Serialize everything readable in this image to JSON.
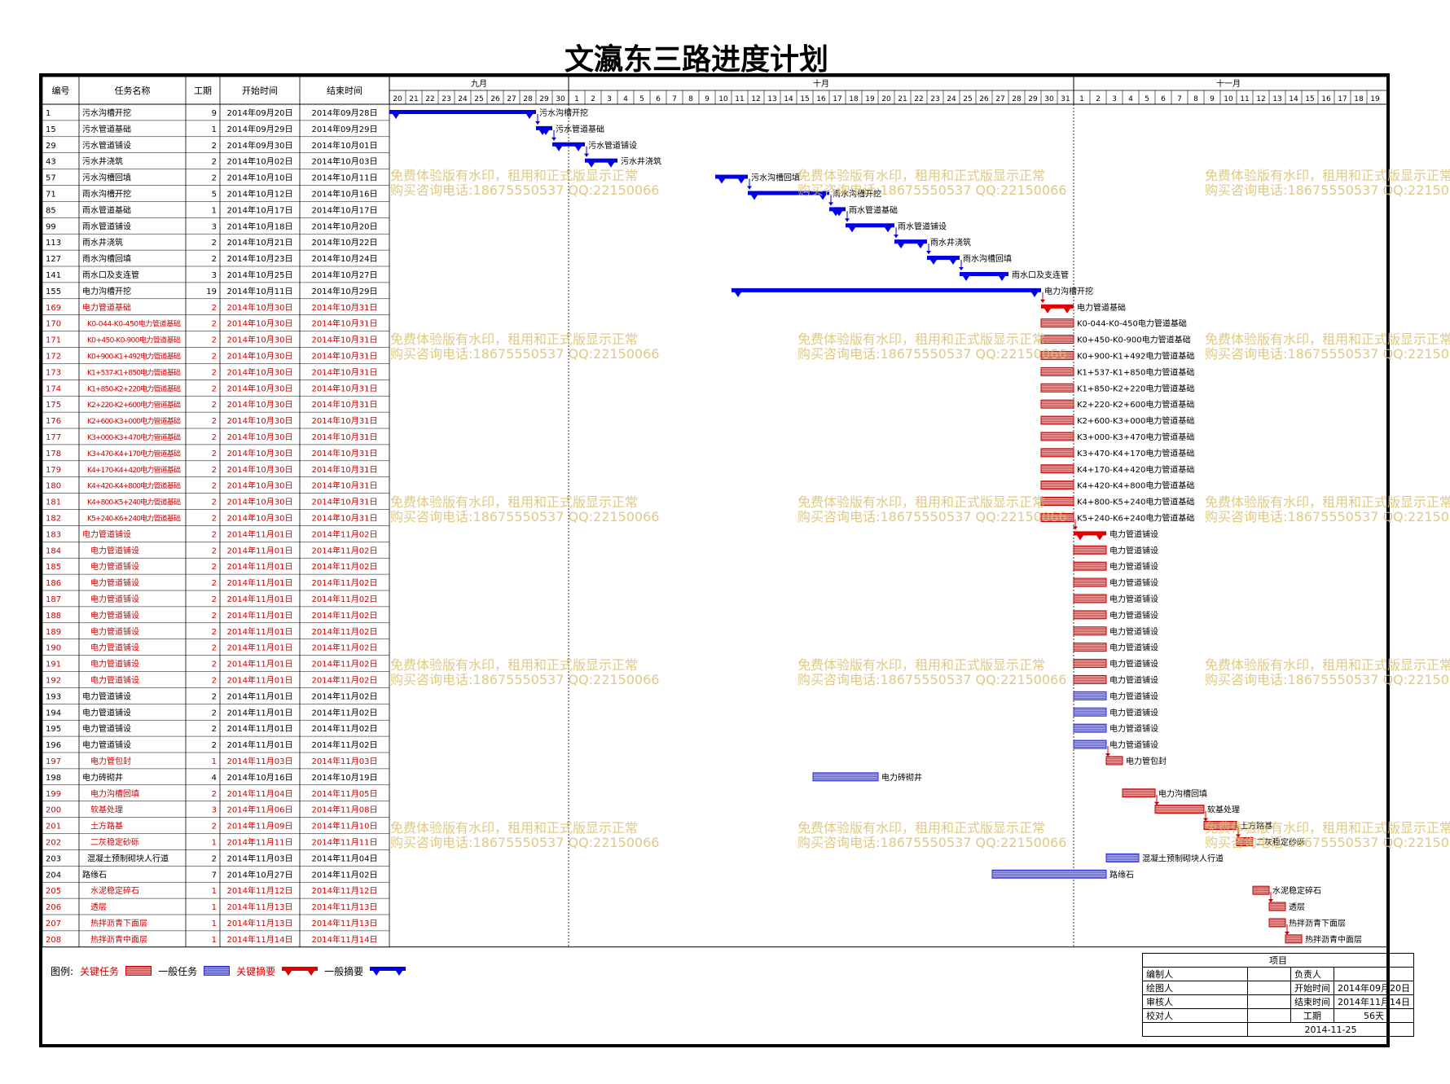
{
  "title": "文瀛东三路进度计划",
  "headers": {
    "id": "编号",
    "name": "任务名称",
    "dur": "工期",
    "start": "开始时间",
    "end": "结束时间"
  },
  "months": [
    {
      "label": "九月",
      "days": [
        "20",
        "21",
        "22",
        "23",
        "24",
        "25",
        "26",
        "27",
        "28",
        "29",
        "30"
      ]
    },
    {
      "label": "十月",
      "days": [
        "1",
        "2",
        "3",
        "4",
        "5",
        "6",
        "7",
        "8",
        "9",
        "10",
        "11",
        "12",
        "13",
        "14",
        "15",
        "16",
        "17",
        "18",
        "19",
        "20",
        "21",
        "22",
        "23",
        "24",
        "25",
        "26",
        "27",
        "28",
        "29",
        "30",
        "31"
      ]
    },
    {
      "label": "十一月",
      "days": [
        "1",
        "2",
        "3",
        "4",
        "5",
        "6",
        "7",
        "8",
        "9",
        "10",
        "11",
        "12",
        "13",
        "14",
        "15",
        "16",
        "17",
        "18",
        "19"
      ]
    }
  ],
  "tasks": [
    {
      "id": "1",
      "name": "污水沟槽开挖",
      "dur": "9",
      "start": "2014年09月20日",
      "end": "2014年09月28日",
      "s": 0,
      "d": 9,
      "type": "summary",
      "color": "blue",
      "label": "污水沟槽开挖"
    },
    {
      "id": "15",
      "name": "污水管道基础",
      "dur": "1",
      "start": "2014年09月29日",
      "end": "2014年09月29日",
      "s": 9,
      "d": 1,
      "type": "summary",
      "color": "blue",
      "label": "污水管道基础"
    },
    {
      "id": "29",
      "name": "污水管道铺设",
      "dur": "2",
      "start": "2014年09月30日",
      "end": "2014年10月01日",
      "s": 10,
      "d": 2,
      "type": "summary",
      "color": "blue",
      "label": "污水管道铺设"
    },
    {
      "id": "43",
      "name": "污水井浇筑",
      "dur": "2",
      "start": "2014年10月02日",
      "end": "2014年10月03日",
      "s": 12,
      "d": 2,
      "type": "summary",
      "color": "blue",
      "label": "污水井浇筑"
    },
    {
      "id": "57",
      "name": "污水沟槽回填",
      "dur": "2",
      "start": "2014年10月10日",
      "end": "2014年10月11日",
      "s": 20,
      "d": 2,
      "type": "summary",
      "color": "blue",
      "label": "污水沟槽回填"
    },
    {
      "id": "71",
      "name": "雨水沟槽开挖",
      "dur": "5",
      "start": "2014年10月12日",
      "end": "2014年10月16日",
      "s": 22,
      "d": 5,
      "type": "summary",
      "color": "blue",
      "label": "雨水沟槽开挖"
    },
    {
      "id": "85",
      "name": "雨水管道基础",
      "dur": "1",
      "start": "2014年10月17日",
      "end": "2014年10月17日",
      "s": 27,
      "d": 1,
      "type": "summary",
      "color": "blue",
      "label": "雨水管道基础"
    },
    {
      "id": "99",
      "name": "雨水管道铺设",
      "dur": "3",
      "start": "2014年10月18日",
      "end": "2014年10月20日",
      "s": 28,
      "d": 3,
      "type": "summary",
      "color": "blue",
      "label": "雨水管道铺设"
    },
    {
      "id": "113",
      "name": "雨水井浇筑",
      "dur": "2",
      "start": "2014年10月21日",
      "end": "2014年10月22日",
      "s": 31,
      "d": 2,
      "type": "summary",
      "color": "blue",
      "label": "雨水井浇筑"
    },
    {
      "id": "127",
      "name": "雨水沟槽回填",
      "dur": "2",
      "start": "2014年10月23日",
      "end": "2014年10月24日",
      "s": 33,
      "d": 2,
      "type": "summary",
      "color": "blue",
      "label": "雨水沟槽回填"
    },
    {
      "id": "141",
      "name": "雨水口及支连管",
      "dur": "3",
      "start": "2014年10月25日",
      "end": "2014年10月27日",
      "s": 35,
      "d": 3,
      "type": "summary",
      "color": "blue",
      "label": "雨水口及支连管"
    },
    {
      "id": "155",
      "name": "电力沟槽开挖",
      "dur": "19",
      "start": "2014年10月11日",
      "end": "2014年10月29日",
      "s": 21,
      "d": 19,
      "type": "summary",
      "color": "blue",
      "label": "电力沟槽开挖"
    },
    {
      "id": "169",
      "name": "电力管道基础",
      "dur": "2",
      "start": "2014年10月30日",
      "end": "2014年10月31日",
      "s": 40,
      "d": 2,
      "type": "summary",
      "color": "red",
      "crit": true,
      "label": "电力管道基础"
    },
    {
      "id": "170",
      "name": "K0-044-K0-450电力管道基础",
      "dur": "2",
      "start": "2014年10月30日",
      "end": "2014年10月31日",
      "s": 40,
      "d": 2,
      "type": "task",
      "color": "red",
      "crit": true,
      "label": "K0-044-K0-450电力管道基础"
    },
    {
      "id": "171",
      "name": "K0+450-K0-900电力管道基础",
      "dur": "2",
      "start": "2014年10月30日",
      "end": "2014年10月31日",
      "s": 40,
      "d": 2,
      "type": "task",
      "color": "red",
      "crit": true,
      "label": "K0+450-K0-900电力管道基础"
    },
    {
      "id": "172",
      "name": "K0+900-K1+492电力管道基础",
      "dur": "2",
      "start": "2014年10月30日",
      "end": "2014年10月31日",
      "s": 40,
      "d": 2,
      "type": "task",
      "color": "red",
      "crit": true,
      "label": "K0+900-K1+492电力管道基础"
    },
    {
      "id": "173",
      "name": "K1+537-K1+850电力管道基础",
      "dur": "2",
      "start": "2014年10月30日",
      "end": "2014年10月31日",
      "s": 40,
      "d": 2,
      "type": "task",
      "color": "red",
      "crit": true,
      "label": "K1+537-K1+850电力管道基础"
    },
    {
      "id": "174",
      "name": "K1+850-K2+220电力管道基础",
      "dur": "2",
      "start": "2014年10月30日",
      "end": "2014年10月31日",
      "s": 40,
      "d": 2,
      "type": "task",
      "color": "red",
      "crit": true,
      "label": "K1+850-K2+220电力管道基础"
    },
    {
      "id": "175",
      "name": "K2+220-K2+600电力管道基础",
      "dur": "2",
      "start": "2014年10月30日",
      "end": "2014年10月31日",
      "s": 40,
      "d": 2,
      "type": "task",
      "color": "red",
      "crit": true,
      "label": "K2+220-K2+600电力管道基础"
    },
    {
      "id": "176",
      "name": "K2+600-K3+000电力管道基础",
      "dur": "2",
      "start": "2014年10月30日",
      "end": "2014年10月31日",
      "s": 40,
      "d": 2,
      "type": "task",
      "color": "red",
      "crit": true,
      "label": "K2+600-K3+000电力管道基础"
    },
    {
      "id": "177",
      "name": "K3+000-K3+470电力管道基础",
      "dur": "2",
      "start": "2014年10月30日",
      "end": "2014年10月31日",
      "s": 40,
      "d": 2,
      "type": "task",
      "color": "red",
      "crit": true,
      "label": "K3+000-K3+470电力管道基础"
    },
    {
      "id": "178",
      "name": "K3+470-K4+170电力管道基础",
      "dur": "2",
      "start": "2014年10月30日",
      "end": "2014年10月31日",
      "s": 40,
      "d": 2,
      "type": "task",
      "color": "red",
      "crit": true,
      "label": "K3+470-K4+170电力管道基础"
    },
    {
      "id": "179",
      "name": "K4+170-K4+420电力管道基础",
      "dur": "2",
      "start": "2014年10月30日",
      "end": "2014年10月31日",
      "s": 40,
      "d": 2,
      "type": "task",
      "color": "red",
      "crit": true,
      "label": "K4+170-K4+420电力管道基础"
    },
    {
      "id": "180",
      "name": "K4+420-K4+800电力管道基础",
      "dur": "2",
      "start": "2014年10月30日",
      "end": "2014年10月31日",
      "s": 40,
      "d": 2,
      "type": "task",
      "color": "red",
      "crit": true,
      "label": "K4+420-K4+800电力管道基础"
    },
    {
      "id": "181",
      "name": "K4+800-K5+240电力管道基础",
      "dur": "2",
      "start": "2014年10月30日",
      "end": "2014年10月31日",
      "s": 40,
      "d": 2,
      "type": "task",
      "color": "red",
      "crit": true,
      "label": "K4+800-K5+240电力管道基础"
    },
    {
      "id": "182",
      "name": "K5+240-K6+240电力管道基础",
      "dur": "2",
      "start": "2014年10月30日",
      "end": "2014年10月31日",
      "s": 40,
      "d": 2,
      "type": "task",
      "color": "red",
      "crit": true,
      "label": "K5+240-K6+240电力管道基础"
    },
    {
      "id": "183",
      "name": "电力管道铺设",
      "dur": "2",
      "start": "2014年11月01日",
      "end": "2014年11月02日",
      "s": 42,
      "d": 2,
      "type": "summary",
      "color": "red",
      "crit": true,
      "label": "电力管道铺设"
    },
    {
      "id": "184",
      "name": "电力管道铺设",
      "dur": "2",
      "start": "2014年11月01日",
      "end": "2014年11月02日",
      "s": 42,
      "d": 2,
      "type": "task",
      "color": "red",
      "crit": true,
      "label": "电力管道铺设"
    },
    {
      "id": "185",
      "name": "电力管道铺设",
      "dur": "2",
      "start": "2014年11月01日",
      "end": "2014年11月02日",
      "s": 42,
      "d": 2,
      "type": "task",
      "color": "red",
      "crit": true,
      "label": "电力管道铺设"
    },
    {
      "id": "186",
      "name": "电力管道铺设",
      "dur": "2",
      "start": "2014年11月01日",
      "end": "2014年11月02日",
      "s": 42,
      "d": 2,
      "type": "task",
      "color": "red",
      "crit": true,
      "label": "电力管道铺设"
    },
    {
      "id": "187",
      "name": "电力管道铺设",
      "dur": "2",
      "start": "2014年11月01日",
      "end": "2014年11月02日",
      "s": 42,
      "d": 2,
      "type": "task",
      "color": "red",
      "crit": true,
      "label": "电力管道铺设"
    },
    {
      "id": "188",
      "name": "电力管道铺设",
      "dur": "2",
      "start": "2014年11月01日",
      "end": "2014年11月02日",
      "s": 42,
      "d": 2,
      "type": "task",
      "color": "red",
      "crit": true,
      "label": "电力管道铺设"
    },
    {
      "id": "189",
      "name": "电力管道铺设",
      "dur": "2",
      "start": "2014年11月01日",
      "end": "2014年11月02日",
      "s": 42,
      "d": 2,
      "type": "task",
      "color": "red",
      "crit": true,
      "label": "电力管道铺设"
    },
    {
      "id": "190",
      "name": "电力管道铺设",
      "dur": "2",
      "start": "2014年11月01日",
      "end": "2014年11月02日",
      "s": 42,
      "d": 2,
      "type": "task",
      "color": "red",
      "crit": true,
      "label": "电力管道铺设"
    },
    {
      "id": "191",
      "name": "电力管道铺设",
      "dur": "2",
      "start": "2014年11月01日",
      "end": "2014年11月02日",
      "s": 42,
      "d": 2,
      "type": "task",
      "color": "red",
      "crit": true,
      "label": "电力管道铺设"
    },
    {
      "id": "192",
      "name": "电力管道铺设",
      "dur": "2",
      "start": "2014年11月01日",
      "end": "2014年11月02日",
      "s": 42,
      "d": 2,
      "type": "task",
      "color": "red",
      "crit": true,
      "label": "电力管道铺设"
    },
    {
      "id": "193",
      "name": "电力管道铺设",
      "dur": "2",
      "start": "2014年11月01日",
      "end": "2014年11月02日",
      "s": 42,
      "d": 2,
      "type": "task",
      "color": "blue",
      "label": "电力管道铺设"
    },
    {
      "id": "194",
      "name": "电力管道铺设",
      "dur": "2",
      "start": "2014年11月01日",
      "end": "2014年11月02日",
      "s": 42,
      "d": 2,
      "type": "task",
      "color": "blue",
      "label": "电力管道铺设"
    },
    {
      "id": "195",
      "name": "电力管道铺设",
      "dur": "2",
      "start": "2014年11月01日",
      "end": "2014年11月02日",
      "s": 42,
      "d": 2,
      "type": "task",
      "color": "blue",
      "label": "电力管道铺设"
    },
    {
      "id": "196",
      "name": "电力管道铺设",
      "dur": "2",
      "start": "2014年11月01日",
      "end": "2014年11月02日",
      "s": 42,
      "d": 2,
      "type": "task",
      "color": "blue",
      "label": "电力管道铺设"
    },
    {
      "id": "197",
      "name": "电力管包封",
      "dur": "1",
      "start": "2014年11月03日",
      "end": "2014年11月03日",
      "s": 44,
      "d": 1,
      "type": "task",
      "color": "red",
      "crit": true,
      "label": "电力管包封"
    },
    {
      "id": "198",
      "name": "电力砖砌井",
      "dur": "4",
      "start": "2014年10月16日",
      "end": "2014年10月19日",
      "s": 26,
      "d": 4,
      "type": "task",
      "color": "blue",
      "label": "电力砖砌井"
    },
    {
      "id": "199",
      "name": "电力沟槽回填",
      "dur": "2",
      "start": "2014年11月04日",
      "end": "2014年11月05日",
      "s": 45,
      "d": 2,
      "type": "task",
      "color": "red",
      "crit": true,
      "label": "电力沟槽回填"
    },
    {
      "id": "200",
      "name": "软基处理",
      "dur": "3",
      "start": "2014年11月06日",
      "end": "2014年11月08日",
      "s": 47,
      "d": 3,
      "type": "task",
      "color": "red",
      "crit": true,
      "label": "软基处理"
    },
    {
      "id": "201",
      "name": "土方路基",
      "dur": "2",
      "start": "2014年11月09日",
      "end": "2014年11月10日",
      "s": 50,
      "d": 2,
      "type": "task",
      "color": "red",
      "crit": true,
      "label": "土方路基"
    },
    {
      "id": "202",
      "name": "二灰稳定砂砾",
      "dur": "1",
      "start": "2014年11月11日",
      "end": "2014年11月11日",
      "s": 52,
      "d": 1,
      "type": "task",
      "color": "red",
      "crit": true,
      "label": "二灰稳定砂砾"
    },
    {
      "id": "203",
      "name": "混凝土预制砌块人行道",
      "dur": "2",
      "start": "2014年11月03日",
      "end": "2014年11月04日",
      "s": 44,
      "d": 2,
      "type": "task",
      "color": "blue",
      "label": "混凝土预制砌块人行道"
    },
    {
      "id": "204",
      "name": "路缘石",
      "dur": "7",
      "start": "2014年10月27日",
      "end": "2014年11月02日",
      "s": 37,
      "d": 7,
      "type": "task",
      "color": "blue",
      "label": "路缘石"
    },
    {
      "id": "205",
      "name": "水泥稳定碎石",
      "dur": "1",
      "start": "2014年11月12日",
      "end": "2014年11月12日",
      "s": 53,
      "d": 1,
      "type": "task",
      "color": "red",
      "crit": true,
      "label": "水泥稳定碎石"
    },
    {
      "id": "206",
      "name": "透层",
      "dur": "1",
      "start": "2014年11月13日",
      "end": "2014年11月13日",
      "s": 54,
      "d": 1,
      "type": "task",
      "color": "red",
      "crit": true,
      "label": "透层"
    },
    {
      "id": "207",
      "name": "热拌沥青下面层",
      "dur": "1",
      "start": "2014年11月13日",
      "end": "2014年11月13日",
      "s": 54,
      "d": 1,
      "type": "task",
      "color": "red",
      "crit": true,
      "label": "热拌沥青下面层"
    },
    {
      "id": "208",
      "name": "热拌沥青中面层",
      "dur": "1",
      "start": "2014年11月14日",
      "end": "2014年11月14日",
      "s": 55,
      "d": 1,
      "type": "task",
      "color": "red",
      "crit": true,
      "label": "热拌沥青中面层"
    }
  ],
  "watermark": {
    "line1": "免费体验版有水印，租用和正式版显示正常",
    "line2": "购买咨询电话:18675550537 QQ:22150066"
  },
  "legend": {
    "prefix": "图例:",
    "crit_task": "关键任务",
    "general_task": "一般任务",
    "crit_summary": "关键摘要",
    "general_summary": "一般摘要"
  },
  "project_box": {
    "header": "项目",
    "compiler": "编制人",
    "owner": "负责人",
    "drafter": "绘图人",
    "start_label": "开始时间",
    "start_value": "2014年09月20日",
    "reviewer": "审核人",
    "end_label": "结束时间",
    "end_value": "2014年11月14日",
    "checker": "校对人",
    "dur_label": "工期",
    "dur_value": "56天",
    "date": "2014-11-25"
  },
  "colors": {
    "blue": "#0000e6",
    "red": "#e00000",
    "task_red": "#e84848",
    "task_blue": "#6464ea"
  }
}
